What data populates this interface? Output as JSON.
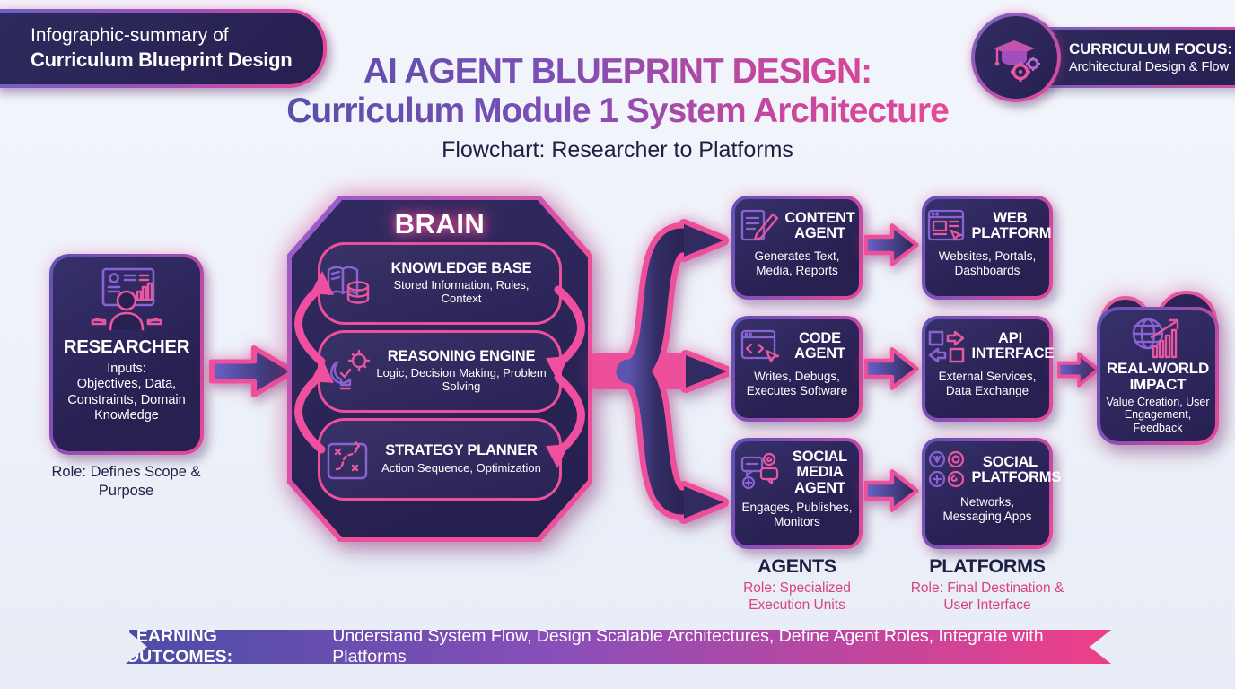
{
  "colors": {
    "background": "#edf1f9",
    "navy": "#2b2454",
    "accent_pink": "#ec4896",
    "accent_purple": "#7a5fc9"
  },
  "badge_top_left": {
    "line1": "Infographic-summary of",
    "line2": "Curriculum Blueprint Design"
  },
  "badge_top_right": {
    "icon": "graduation-cap-icon",
    "title": "CURRICULUM FOCUS:",
    "subtitle": "Architectural Design & Flow"
  },
  "header": {
    "title_line1": "AI AGENT BLUEPRINT DESIGN:",
    "title_line2": "Curriculum Module 1 System Architecture",
    "subtitle": "Flowchart: Researcher to Platforms"
  },
  "researcher": {
    "icon": "researcher-at-desk-icon",
    "title": "RESEARCHER",
    "inputs_label": "Inputs:",
    "inputs": "Objectives, Data, Constraints, Domain Knowledge",
    "role": "Role: Defines Scope & Purpose"
  },
  "brain": {
    "title": "BRAIN",
    "modules": [
      {
        "icon": "book-database-icon",
        "title": "KNOWLEDGE BASE",
        "description": "Stored Information, Rules, Context"
      },
      {
        "icon": "bulb-gears-icon",
        "title": "REASONING ENGINE",
        "description": "Logic, Decision Making, Problem Solving"
      },
      {
        "icon": "strategy-map-icon",
        "title": "STRATEGY PLANNER",
        "description": "Action Sequence, Optimization"
      }
    ]
  },
  "agents": {
    "label": "AGENTS",
    "role": "Role: Specialized Execution Units",
    "items": [
      {
        "icon": "document-pen-icon",
        "title": "CONTENT AGENT",
        "description": "Generates Text, Media, Reports"
      },
      {
        "icon": "code-window-icon",
        "title": "CODE AGENT",
        "description": "Writes, Debugs, Executes Software"
      },
      {
        "icon": "chat-bubbles-icon",
        "title": "SOCIAL MEDIA AGENT",
        "description": "Engages, Publishes, Monitors"
      }
    ]
  },
  "platforms": {
    "label": "PLATFORMS",
    "role": "Role: Final Destination & User Interface",
    "items": [
      {
        "icon": "browser-window-icon",
        "title": "WEB PLATFORM",
        "description": "Websites, Portals, Dashboards"
      },
      {
        "icon": "data-exchange-icon",
        "title": "API INTERFACE",
        "description": "External Services, Data Exchange"
      },
      {
        "icon": "social-network-icon",
        "title": "SOCIAL PLATFORMS",
        "description": "Networks, Messaging Apps"
      }
    ]
  },
  "impact": {
    "icon": "globe-growth-icon",
    "title": "REAL-WORLD IMPACT",
    "description": "Value Creation, User Engagement, Feedback"
  },
  "footer": {
    "label": "LEARNING OUTCOMES:",
    "text": "Understand System Flow, Design Scalable Architectures, Define Agent Roles, Integrate with Platforms"
  }
}
